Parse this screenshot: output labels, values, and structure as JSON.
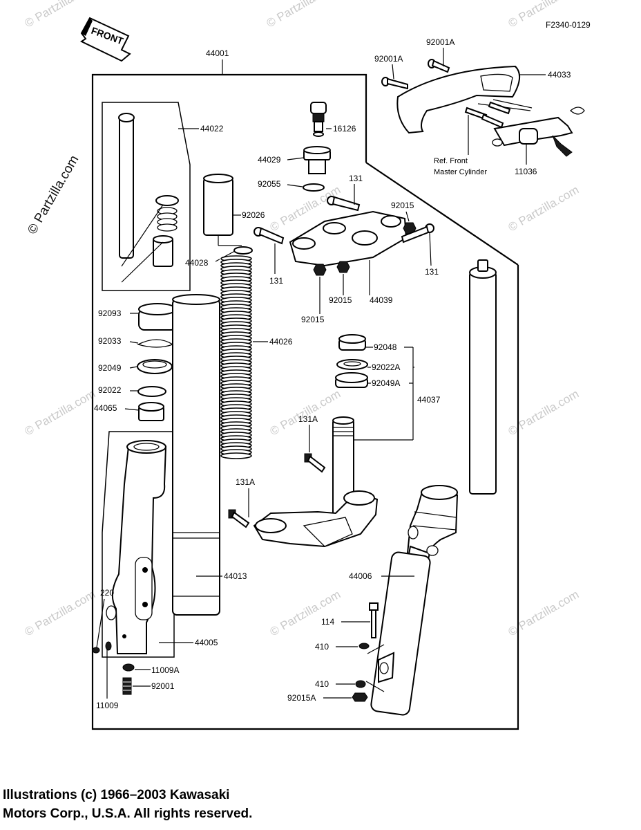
{
  "diagram_code": "F2340-0129",
  "front_label": "FRONT",
  "watermark": "© Partzilla.com",
  "parts": {
    "p44001": "44001",
    "p44022": "44022",
    "p44029": "44029",
    "p16126": "16126",
    "p92055": "92055",
    "p131_top": "131",
    "p92015_top": "92015",
    "p92026": "92026",
    "p44028": "44028",
    "p131_left": "131",
    "p131_right": "131",
    "p92015_a": "92015",
    "p92015_b": "92015",
    "p44039": "44039",
    "p92001A_1": "92001A",
    "p92001A_2": "92001A",
    "p44033": "44033",
    "ref_front_line1": "Ref. Front",
    "ref_front_line2": "Master Cylinder",
    "p11036": "11036",
    "p92093": "92093",
    "p92033": "92033",
    "p92049": "92049",
    "p92022": "92022",
    "p44065": "44065",
    "p44026": "44026",
    "p92048": "92048",
    "p92022A": "92022A",
    "p92049A": "92049A",
    "p44037": "44037",
    "p131A_1": "131A",
    "p131A_2": "131A",
    "p44013": "44013",
    "p44006": "44006",
    "p220": "220",
    "p44005": "44005",
    "p114": "114",
    "p410_1": "410",
    "p410_2": "410",
    "p92015A": "92015A",
    "p11009A": "11009A",
    "p92001": "92001",
    "p11009": "11009"
  },
  "copyright": {
    "line1": "Illustrations (c) 1966–2003 Kawasaki",
    "line2": "Motors Corp., U.S.A.  All rights reserved."
  }
}
